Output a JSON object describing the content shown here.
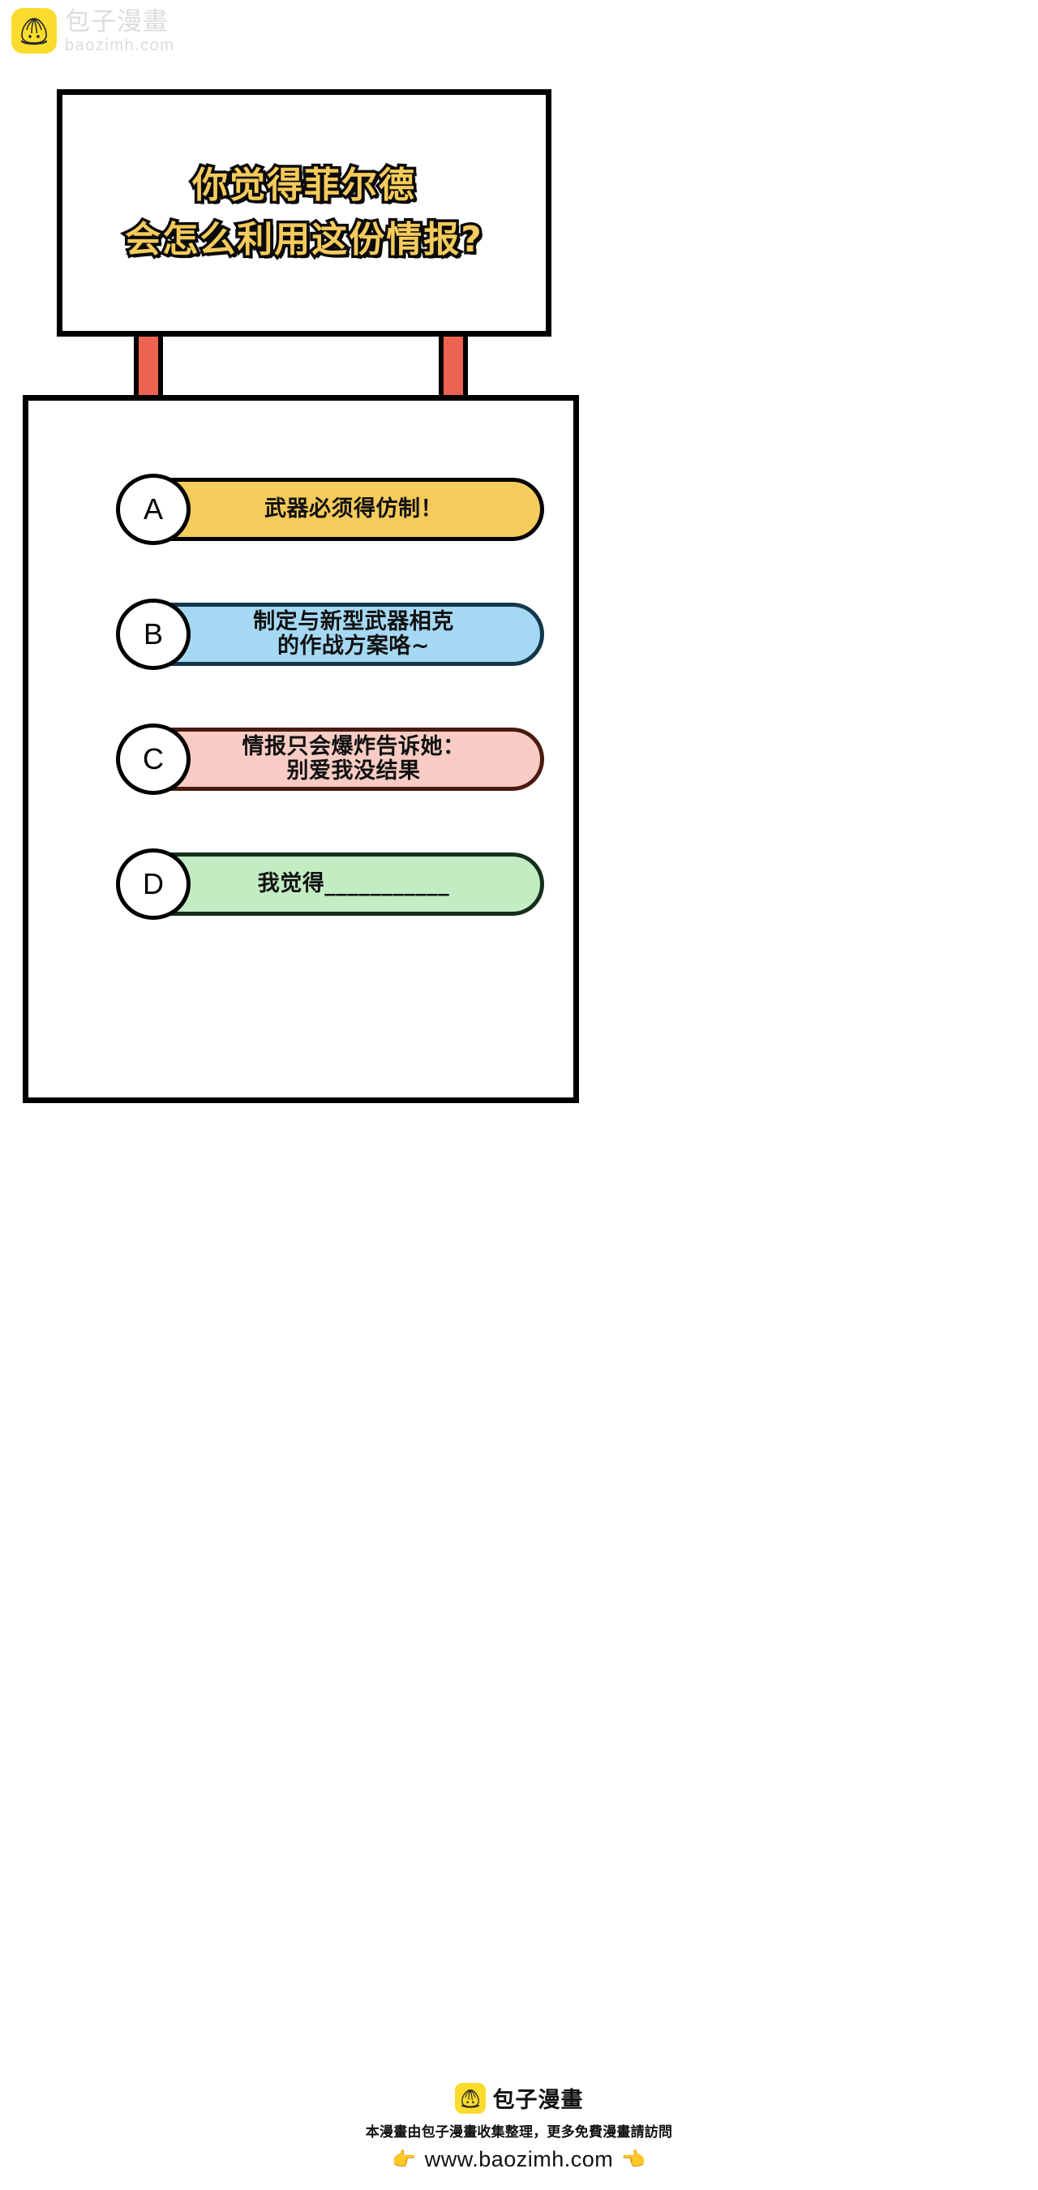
{
  "watermark": {
    "logo_icon": "baozi-bun-logo-icon",
    "brand_cn": "包子漫畫",
    "brand_domain": "baozimh.com"
  },
  "sign": {
    "title_line1": "你觉得菲尔德",
    "title_line2": "会怎么利用这份情报?",
    "title_color": "#F5CB5C",
    "outline_color": "#0B0B0B",
    "post_color": "#ED6352"
  },
  "panel": {
    "options": [
      {
        "letter": "A",
        "text": "武器必须得仿制！",
        "fill": "#F5CB5C",
        "border": "#000000"
      },
      {
        "letter": "B",
        "text": "制定与新型武器相克\n的作战方案咯~",
        "fill": "#A5D8F3",
        "border": "#12374B"
      },
      {
        "letter": "C",
        "text": "情报只会爆炸告诉她：\n别爱我没结果",
        "fill": "#F8CCC4",
        "border": "#4A1A10"
      },
      {
        "letter": "D",
        "text": "我觉得___________",
        "fill": "#C2EDC3",
        "border": "#14301A"
      }
    ]
  },
  "footer": {
    "logo_icon": "baozi-bun-logo-icon",
    "brand": "包子漫畫",
    "note": "本漫畫由包子漫畫收集整理，更多免費漫畫請訪問",
    "hand_left": "👉",
    "url": "www.baozimh.com",
    "hand_right": "👈"
  }
}
